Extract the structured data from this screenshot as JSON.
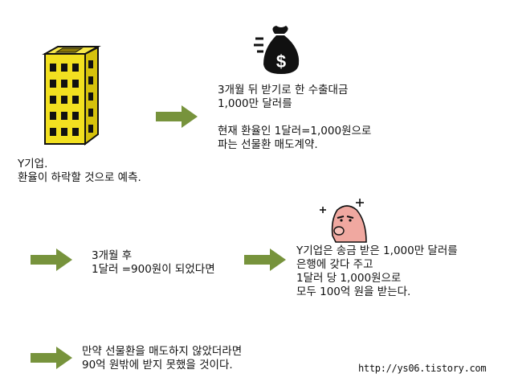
{
  "company": {
    "line1": "Y기업.",
    "line2": "환율이 하락할 것으로 예측."
  },
  "contract": {
    "line1": "3개월 뒤 받기로 한 수출대금",
    "line2": "1,000만 달러를",
    "line3": "현재 환율인 1달러=1,000원으로",
    "line4": "파는 선물환 매도계약."
  },
  "after": {
    "line1": "3개월 후",
    "line2": "1달러 =900원이 되었다면"
  },
  "result": {
    "line1": "Y기업은 송금 받은 1,000만 달러를",
    "line2": "은행에 갖다 주고",
    "line3": "1달러 당 1,000원으로",
    "line4": "모두 100억 원을 받는다."
  },
  "counterfactual": {
    "line1": "만약 선물환을 매도하지 않았더라면",
    "line2": "90억 원밖에 받지 못했을 것이다."
  },
  "source_url": "http://ys06.tistory.com",
  "icons": {
    "building": "building-icon",
    "money_bag": "money-bag-icon",
    "thinking_person": "thinking-person-icon",
    "arrow": "arrow-right-icon"
  },
  "colors": {
    "arrow": "#77933c",
    "building": "#f2e020",
    "bag": "#111111",
    "skin": "#f0a8a0"
  },
  "money_symbol": "$"
}
